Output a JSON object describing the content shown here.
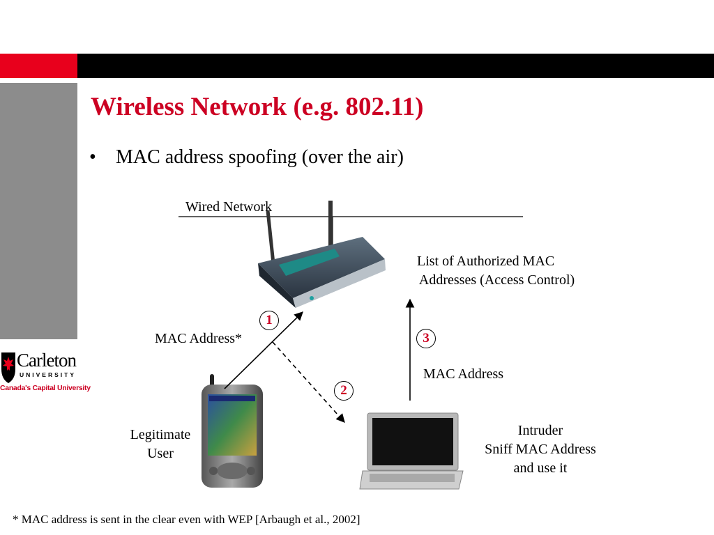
{
  "slide": {
    "title": "Wireless Network (e.g. 802.11)",
    "bullet_marker": "•",
    "bullet": "MAC address spoofing (over the air)",
    "footnote": "* MAC address is sent in the clear even with WEP [Arbaugh et al., 2002]"
  },
  "logo": {
    "name": "Carleton",
    "subtitle": "UNIVERSITY",
    "tagline": "Canada's Capital University"
  },
  "diagram": {
    "wired_network": "Wired Network",
    "acl_line1": "List of Authorized MAC",
    "acl_line2": " Addresses (Access Control)",
    "mac_address_star": "MAC Address*",
    "mac_address": "MAC Address",
    "legit_line1": "Legitimate",
    "legit_line2": "User",
    "intruder_line1": "Intruder",
    "intruder_line2": "Sniff MAC Address",
    "intruder_line3": "and use it",
    "step1": "1",
    "step2": "2",
    "step3": "3"
  },
  "colors": {
    "accent_red": "#e8001c",
    "title_red": "#cc0022",
    "sidebar_gray": "#8c8c8c"
  }
}
